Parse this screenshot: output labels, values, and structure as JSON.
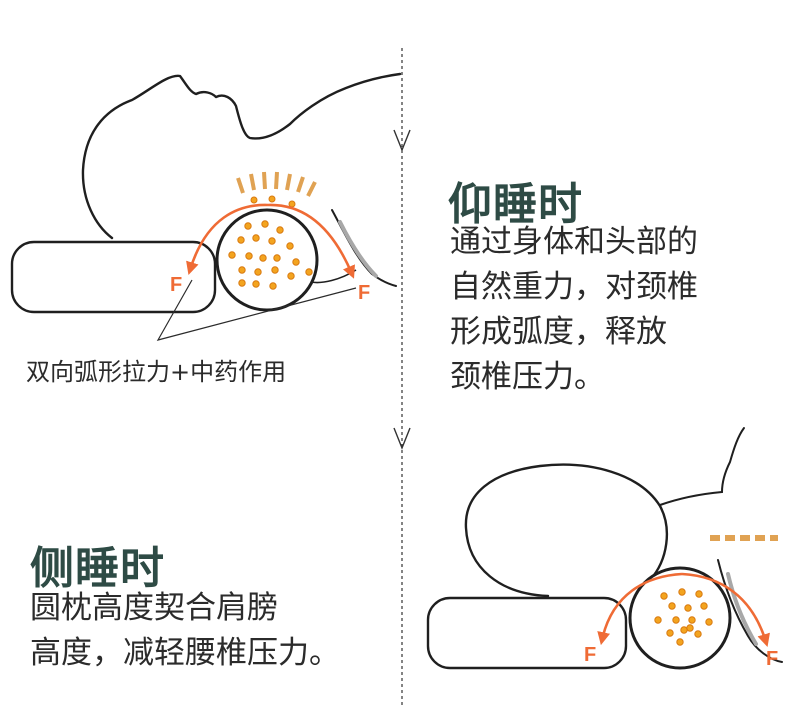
{
  "supine": {
    "heading": "仰睡时",
    "lines": [
      "通过身体和头部的",
      "自然重力，对颈椎",
      "形成弧度，释放",
      "颈椎压力。"
    ],
    "caption": "双向弧形拉力+中药作用",
    "force_left": "F",
    "force_right": "F"
  },
  "side": {
    "heading": "侧睡时",
    "lines": [
      "圆枕高度契合肩膀",
      "高度，减轻腰椎压力。"
    ],
    "force_left": "F",
    "force_right": "F"
  },
  "colors": {
    "accent": "#ef6b35",
    "heading": "#2e4b45",
    "dot": "#f3a41f",
    "dash": "#e0a253"
  }
}
